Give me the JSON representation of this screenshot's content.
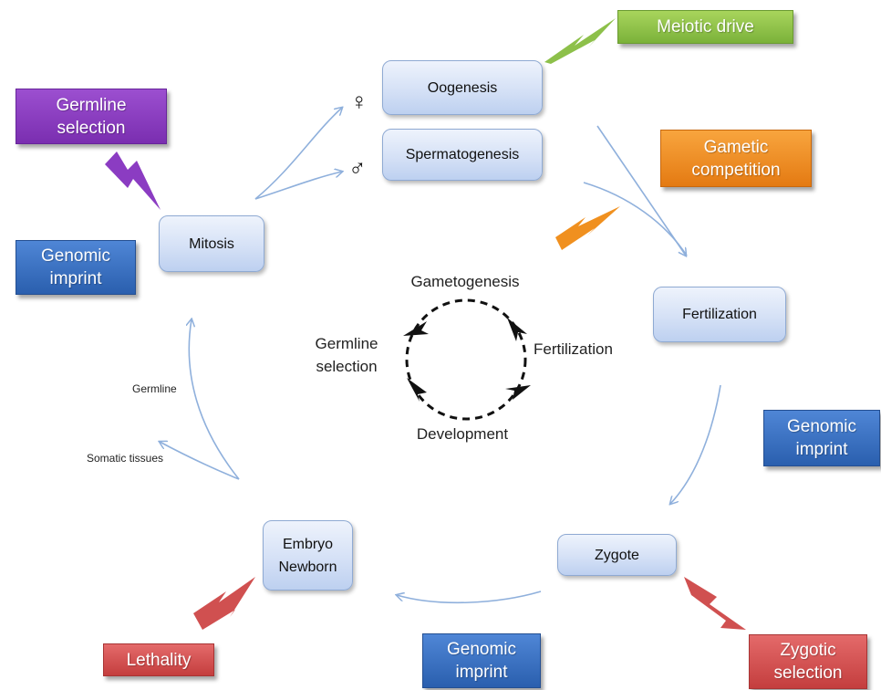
{
  "stages": {
    "oogenesis": "Oogenesis",
    "spermatogenesis": "Spermatogenesis",
    "mitosis": "Mitosis",
    "fertilization": "Fertilization",
    "zygote": "Zygote",
    "embryo": "Embryo",
    "newborn": "Newborn"
  },
  "symbols": {
    "female": "♀",
    "male": "♂"
  },
  "mechanisms": {
    "meiotic_drive": "Meiotic drive",
    "gametic_competition": {
      "line1": "Gametic",
      "line2": "competition"
    },
    "germline_selection": {
      "line1": "Germline",
      "line2": "selection"
    },
    "genomic_imprint_left": {
      "line1": "Genomic",
      "line2": "imprint"
    },
    "genomic_imprint_right": {
      "line1": "Genomic",
      "line2": "imprint"
    },
    "genomic_imprint_bottom": {
      "line1": "Genomic",
      "line2": "imprint"
    },
    "lethality": "Lethality",
    "zygotic_selection": {
      "line1": "Zygotic",
      "line2": "selection"
    }
  },
  "branch_labels": {
    "germline": "Germline",
    "somatic_tissues": "Somatic tissues"
  },
  "cycle": {
    "gametogenesis": "Gametogenesis",
    "fertilization": "Fertilization",
    "development": "Development",
    "germline_selection": {
      "line1": "Germline",
      "line2": "selection"
    }
  },
  "colors": {
    "meiotic_drive": "#8dc04a",
    "gametic_competition": "#f0901f",
    "germline_selection": "#8b3cc2",
    "genomic_imprint": "#3a70c4",
    "lethality": "#d05050",
    "zygotic_selection": "#d05050",
    "stage_box": "#d5e1f6",
    "arrow": "#8fb0dc"
  },
  "icons": [
    "lightning-bolt-icon",
    "female-symbol-icon",
    "male-symbol-icon"
  ]
}
